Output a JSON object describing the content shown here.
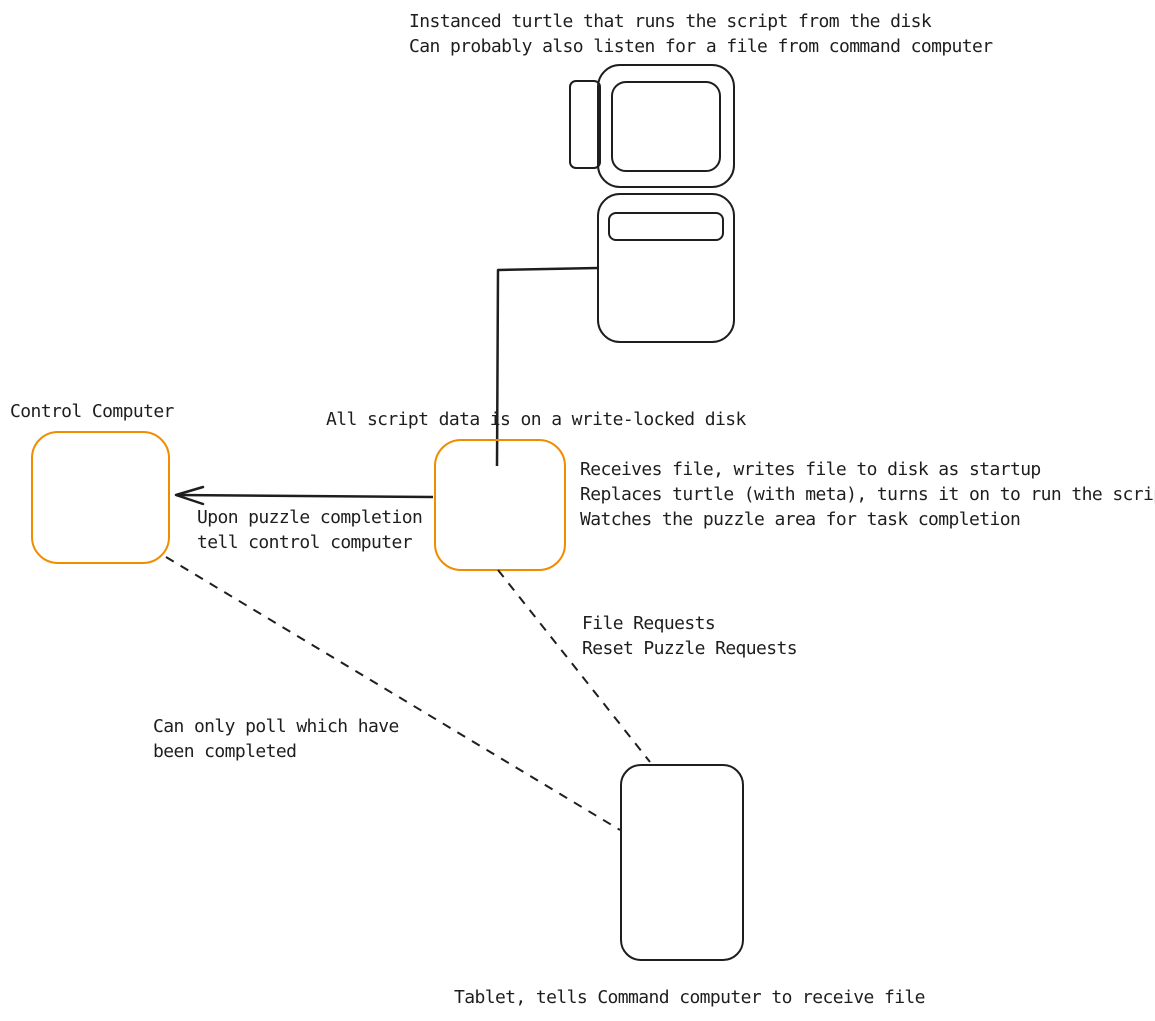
{
  "labels": {
    "turtle_caption": [
      "Instanced turtle that runs the script from the disk",
      "Can probably also listen for a file from command computer"
    ],
    "control_computer": "Control Computer",
    "disk_note": "All script data is on a write-locked disk",
    "command_computer_notes": [
      "Receives file, writes file to disk as startup",
      "Replaces turtle (with meta), turns it on to run the script",
      "Watches the puzzle area for task completion"
    ],
    "completion_note": [
      "Upon puzzle completion",
      "tell control computer"
    ],
    "requests_note": [
      "File Requests",
      "Reset Puzzle Requests"
    ],
    "poll_note": [
      "Can only poll which have",
      "been completed"
    ],
    "tablet_caption": "Tablet, tells Command computer to receive file"
  },
  "colors": {
    "stroke": "#1e1e1e",
    "accent": "#f08c00",
    "background": "#ffffff"
  }
}
